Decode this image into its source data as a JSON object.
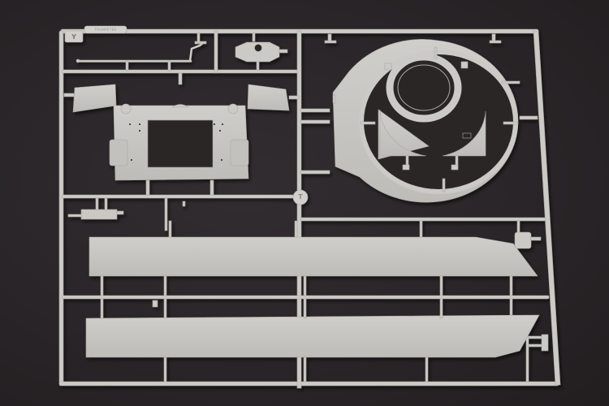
{
  "image": {
    "subject": "Plastic model kit sprue (light grey styrene) photographed on a dark background",
    "background_color": "#2a2628",
    "plastic_color": "#c9c8c4",
    "plastic_shadow_color": "#a9a8a4"
  },
  "sprue": {
    "letter_tag": "Y",
    "mold_label": "TRUMPETER",
    "logo_mark": "T",
    "parts": [
      {
        "name": "hull-side-plate-upper",
        "description": "Long flat hull side plate"
      },
      {
        "name": "hull-side-plate-lower",
        "description": "Long flat hull side plate"
      },
      {
        "name": "turret-ring-plate",
        "description": "Large circular turret ring with inner hatch ring"
      },
      {
        "name": "semicircular-plate-left",
        "description": "Half-disc plate inside ring"
      },
      {
        "name": "semicircular-plate-right",
        "description": "Half-disc plate with rectangular opening"
      },
      {
        "name": "hull-rear-frame",
        "description": "Rectangular frame panel with angled fenders"
      },
      {
        "name": "cupola-housing",
        "description": "Small cylindrical housing with hole"
      },
      {
        "name": "grab-rod",
        "description": "Thin bent rod"
      },
      {
        "name": "small-bracket-parts",
        "description": "Various small brackets and clips"
      }
    ]
  }
}
